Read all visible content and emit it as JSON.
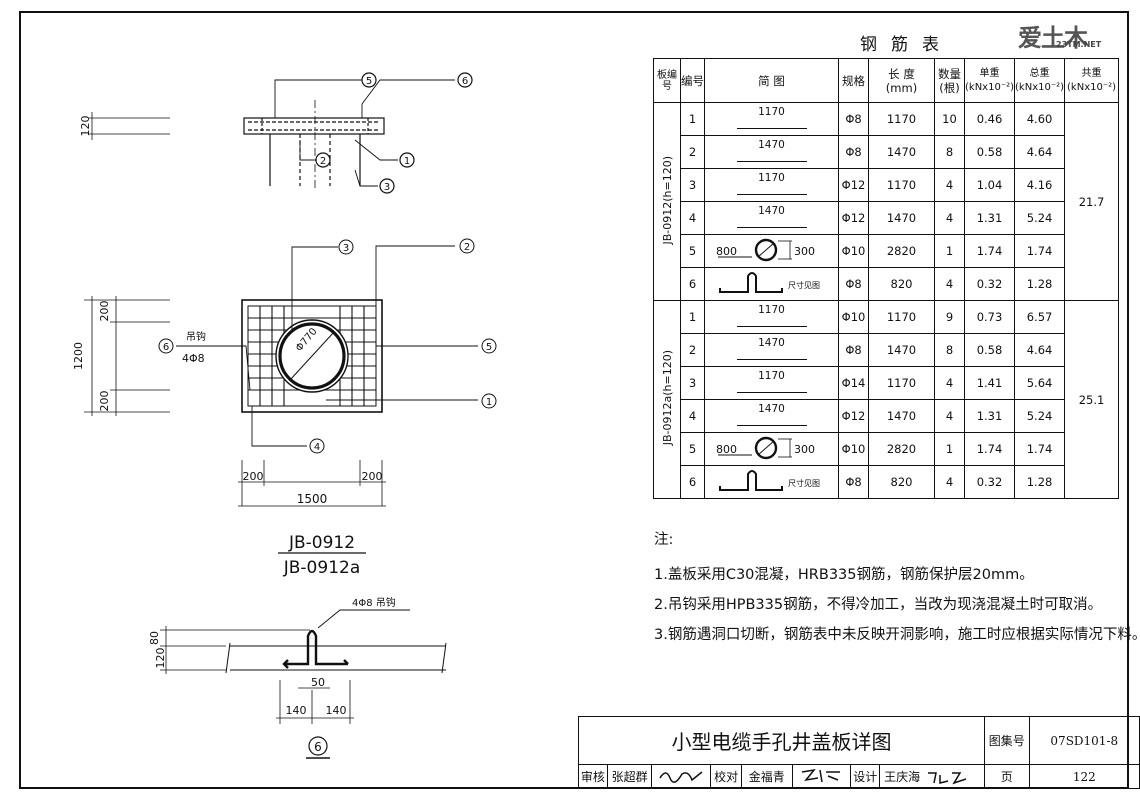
{
  "table": {
    "title": "钢筋表",
    "headers": {
      "board": "板编号",
      "no": "编号",
      "sketch": "简 图",
      "spec": "规格",
      "length": "长 度",
      "length_unit": "(mm)",
      "count": "数量",
      "count_unit": "(根)",
      "unit_weight": "单重",
      "unit_weight_unit": "(kNx10⁻²)",
      "total_weight": "总重",
      "total_weight_unit": "(kNx10⁻²)",
      "sum_weight": "共重",
      "sum_weight_unit": "(kNx10⁻²)"
    },
    "groups": [
      {
        "board": "JB-0912(h=120)",
        "sum": "21.7",
        "rows": [
          {
            "no": "1",
            "sketch": "1170",
            "spec": "Φ8",
            "length": "1170",
            "count": "10",
            "unit": "0.46",
            "total": "4.60"
          },
          {
            "no": "2",
            "sketch": "1470",
            "spec": "Φ8",
            "length": "1470",
            "count": "8",
            "unit": "0.58",
            "total": "4.64"
          },
          {
            "no": "3",
            "sketch": "1170",
            "spec": "Φ12",
            "length": "1170",
            "count": "4",
            "unit": "1.04",
            "total": "4.16"
          },
          {
            "no": "4",
            "sketch": "1470",
            "spec": "Φ12",
            "length": "1470",
            "count": "4",
            "unit": "1.31",
            "total": "5.24"
          },
          {
            "no": "5",
            "sketch": "ring",
            "ring_a": "800",
            "ring_b": "300",
            "spec": "Φ10",
            "length": "2820",
            "count": "1",
            "unit": "1.74",
            "total": "1.74"
          },
          {
            "no": "6",
            "sketch": "hook",
            "hook_note": "尺寸见图",
            "spec": "Φ8",
            "length": "820",
            "count": "4",
            "unit": "0.32",
            "total": "1.28"
          }
        ]
      },
      {
        "board": "JB-0912a(h=120)",
        "sum": "25.1",
        "rows": [
          {
            "no": "1",
            "sketch": "1170",
            "spec": "Φ10",
            "length": "1170",
            "count": "9",
            "unit": "0.73",
            "total": "6.57"
          },
          {
            "no": "2",
            "sketch": "1470",
            "spec": "Φ8",
            "length": "1470",
            "count": "8",
            "unit": "0.58",
            "total": "4.64"
          },
          {
            "no": "3",
            "sketch": "1170",
            "spec": "Φ14",
            "length": "1170",
            "count": "4",
            "unit": "1.41",
            "total": "5.64"
          },
          {
            "no": "4",
            "sketch": "1470",
            "spec": "Φ12",
            "length": "1470",
            "count": "4",
            "unit": "1.31",
            "total": "5.24"
          },
          {
            "no": "5",
            "sketch": "ring",
            "ring_a": "800",
            "ring_b": "300",
            "spec": "Φ10",
            "length": "2820",
            "count": "1",
            "unit": "1.74",
            "total": "1.74"
          },
          {
            "no": "6",
            "sketch": "hook",
            "hook_note": "尺寸见图",
            "spec": "Φ8",
            "length": "820",
            "count": "4",
            "unit": "0.32",
            "total": "1.28"
          }
        ]
      }
    ]
  },
  "notes": {
    "heading": "注:",
    "items": [
      "1.盖板采用C30混凝，HRB335钢筋，钢筋保护层20mm。",
      "2.吊钩采用HPB335钢筋，不得冷加工，当改为现浇混凝土时可取消。",
      "3.钢筋遇洞口切断，钢筋表中未反映开洞影响，施工时应根据实际情况下料。"
    ]
  },
  "drawing": {
    "section_dim": "120",
    "plan_dims": {
      "total_h": "1200",
      "edge_top": "200",
      "edge_bottom": "200",
      "total_w": "1500",
      "edge_left": "200",
      "edge_right": "200",
      "hole": "Φ770"
    },
    "hook_label_1": "吊钩",
    "hook_label_2": "4Φ8",
    "callouts": [
      "1",
      "2",
      "3",
      "4",
      "5",
      "6"
    ],
    "plan_title_1": "JB-0912",
    "plan_title_2": "JB-0912a",
    "detail": {
      "label": "4Φ8 吊钩",
      "dim_a": "120",
      "dim_b": "80",
      "dim_c": "50",
      "dim_d": "140",
      "dim_e": "140",
      "tag": "6"
    }
  },
  "logo": {
    "main": "爱土木",
    "sub": "23TM.NET"
  },
  "title_block": {
    "title": "小型电缆手孔井盖板详图",
    "atlas_label": "图集号",
    "atlas_no": "07SD101-8",
    "page_label": "页",
    "page_no": "122",
    "review_label": "审核",
    "review_name": "张超群",
    "check_label": "校对",
    "check_name": "金福青",
    "design_label": "设计",
    "design_name": "王庆海"
  }
}
